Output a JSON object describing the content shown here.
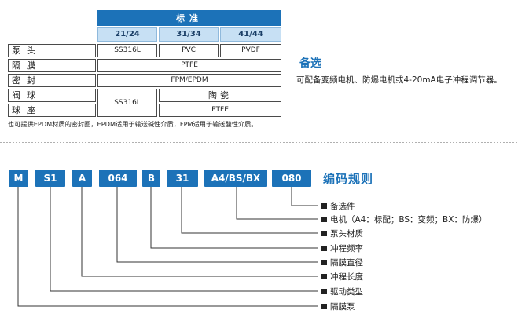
{
  "table": {
    "header": "标准",
    "columns": [
      "21/24",
      "31/34",
      "41/44"
    ],
    "rows": [
      {
        "label": "泵头",
        "cells": [
          "SS316L",
          "PVC",
          "PVDF"
        ]
      },
      {
        "label": "隔膜",
        "cells": [
          "PTFE"
        ]
      },
      {
        "label": "密封",
        "cells": [
          "FPM/EPDM"
        ]
      },
      {
        "label": "阀球",
        "cells": [
          "SS316L",
          "陶瓷"
        ]
      },
      {
        "label": "球座",
        "cells": [
          "PTFE"
        ]
      }
    ],
    "footnote": "也可提供EPDM材质的密封圈，EPDM适用于输送碱性介质，FPM适用于输送酸性介质。"
  },
  "optional": {
    "title": "备选",
    "text": "可配备变频电机、防爆电机或4-20mA电子冲程调节器。"
  },
  "code": {
    "title": "编码规则",
    "segments": [
      "M",
      "S1",
      "A",
      "064",
      "B",
      "31",
      "A4/BS/BX",
      "080"
    ],
    "legend": [
      "备选件",
      "电机（A4：标配；BS：变频；BX：防爆）",
      "泵头材质",
      "冲程频率",
      "隔膜直径",
      "冲程长度",
      "驱动类型",
      "隔膜泵"
    ]
  },
  "colors": {
    "accent": "#1c72b8",
    "header_light": "#c7e0f4"
  }
}
